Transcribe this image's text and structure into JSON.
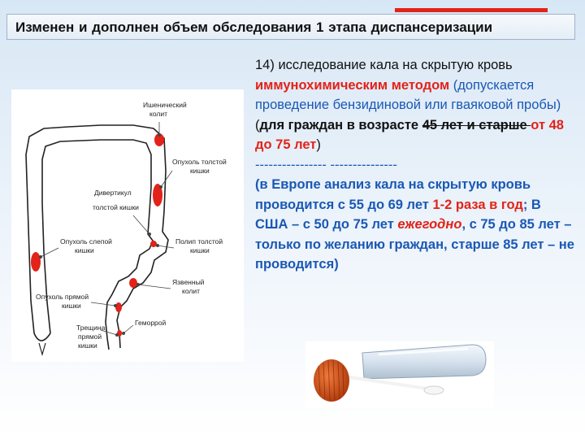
{
  "slide": {
    "title": "Изменен и дополнен  объем обследования 1 этапа диспансеризации"
  },
  "diagram": {
    "labels": {
      "splenic": [
        "Ишенический",
        "колит"
      ],
      "tumor_colon": [
        "Опухоль толстой",
        "кишки"
      ],
      "diverticulum": [
        "Дивертикул",
        "толстой кишки"
      ],
      "tumor_cecum": [
        "Опухоль слепой",
        "кишки"
      ],
      "polyp": [
        "Полип толстой",
        "кишки"
      ],
      "ulcerative": [
        "Язвенный",
        "колит"
      ],
      "tumor_rectum": [
        "Опухоль прямой",
        "кишки"
      ],
      "hemorrhoid": "Геморрой",
      "fissure": [
        "Трещина",
        "прямой",
        "кишки"
      ]
    }
  },
  "text": {
    "p1_a": "14) ",
    "p1_b": "исследование кала на скрытую кровь ",
    "p1_c": "иммунохимическим методом",
    "p1_d": " (допускается проведение бензидиновой или гваяковой пробы)",
    "p1_e": " (",
    "p1_f": "для граждан в возрасте ",
    "p1_g": "45 лет и старше ",
    "p1_h": "от 48 до 75 лет",
    "p1_i": ")",
    "divider": "---------------- ---------------",
    "p2_a": "(в Европе анализ кала на скрытую кровь  проводится с 55 до 69 лет ",
    "p2_b": "1-2 раза в год",
    "p2_c": "; В США – с 50 до 75 лет ",
    "p2_d": "ежегодно",
    "p2_e": ", с 75 до 85 лет – только по желанию граждан, старше 85 лет – не проводится)"
  },
  "colors": {
    "accent_red": "#e32219",
    "accent_blue": "#1a58b5"
  }
}
